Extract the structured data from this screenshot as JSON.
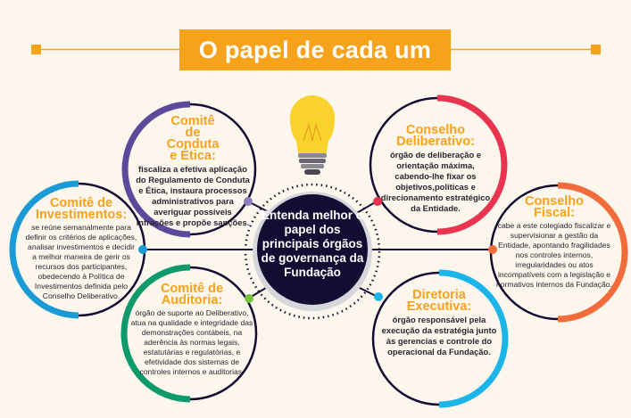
{
  "title": "O papel de cada um",
  "center": "Entenda melhor o papel dos principais órgãos de governança da Fundação",
  "colors": {
    "background": "#fdf6ec",
    "accent": "#f7a21b",
    "center": "#140c33",
    "conduta": "#5b4a9b",
    "investimentos": "#1a9ad6",
    "auditoria": "#0e9a6b",
    "deliberativo": "#e8344e",
    "fiscal": "#f26b3a",
    "diretoria": "#1bb5ea"
  },
  "bodies": {
    "conduta": {
      "title": "Comitê de Conduta e Ética:",
      "text": "fiscaliza a efetiva aplicação do Regulamento de Conduta e Ética, instaura processos administrativos para averiguar possíveis infrações e propõe sanções."
    },
    "investimentos": {
      "title": "Comitê de Investimentos:",
      "text": "se reúne semanalmente para definir os critérios de aplicações, analisar investimentos e decidir a melhor maneira de gerir os recursos dos participantes, obedecendo à Política de Investimentos definida pelo Conselho Deliberativo."
    },
    "auditoria": {
      "title": "Comitê de Auditoria:",
      "text": "órgão de suporte ao Deliberativo, atua na qualidade e integridade das demonstrações contábeis, na aderência às normas legais, estatutárias e regulatórias, e efetividade dos sistemas de controles internos e auditorias."
    },
    "deliberativo": {
      "title": "Conselho Deliberativo:",
      "text": "órgão de deliberação e orientação máxima, cabendo-lhe fixar os objetivos,políticas e direcionamento estratégico da Entidade."
    },
    "fiscal": {
      "title": "Conselho Fiscal:",
      "text": "cabe a este colegiado fiscalizar e supervisionar a gestão da Entidade, apontando fragilidades nos controles internos, irregularidades ou atos incompatíveis com a legislação e normativos internos da Fundação."
    },
    "diretoria": {
      "title": "Diretoria Executiva:",
      "text": "órgão responsável pela execução da estratégia junto às gerencias e controle do operacional da Fundação."
    }
  }
}
